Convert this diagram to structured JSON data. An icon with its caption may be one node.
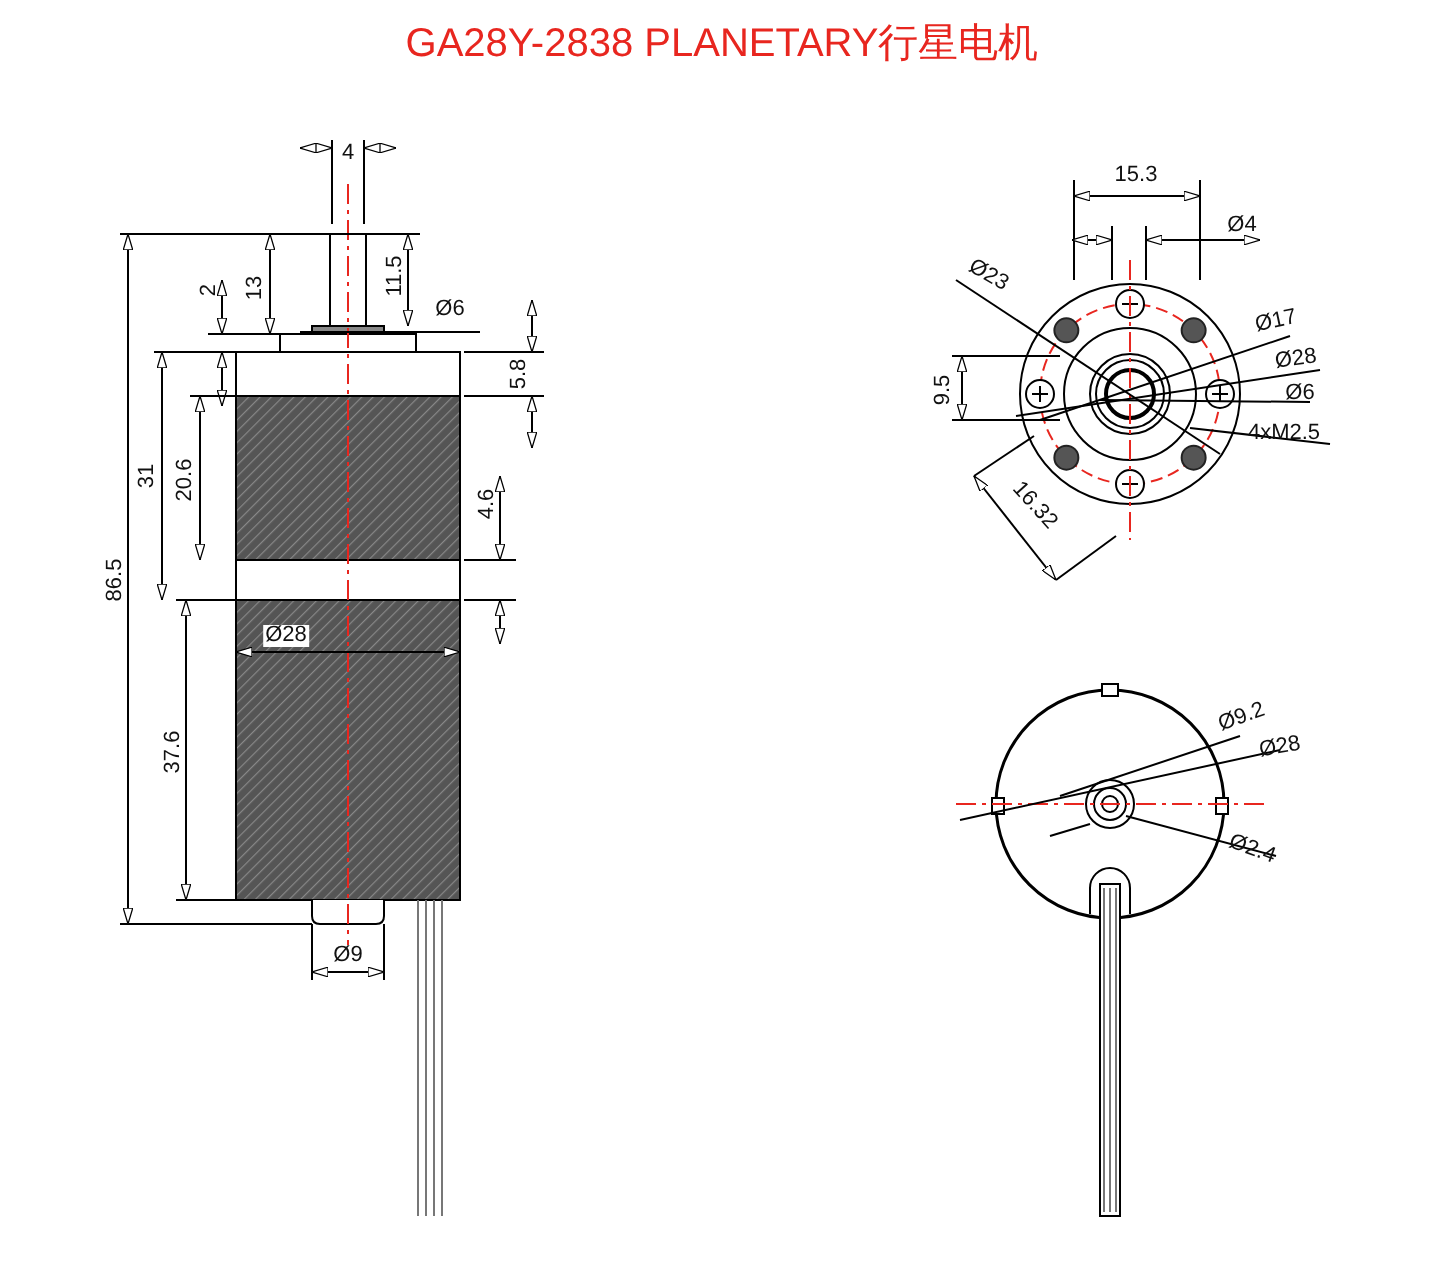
{
  "diagram": {
    "title": "GA28Y-2838 PLANETARY行星电机",
    "labels": [
      "4",
      "2",
      "13",
      "11.5",
      "Ø6",
      "5.8",
      "31",
      "20.6",
      "4.6",
      "86.5",
      "Ø28",
      "37.6",
      "Ø9",
      "15.3",
      "Ø4",
      "Ø23",
      "Ø17",
      "Ø28",
      "9.5",
      "Ø6",
      "4xM2.5",
      "16.32",
      "Ø9.2",
      "Ø28",
      "Ø2.4"
    ]
  }
}
